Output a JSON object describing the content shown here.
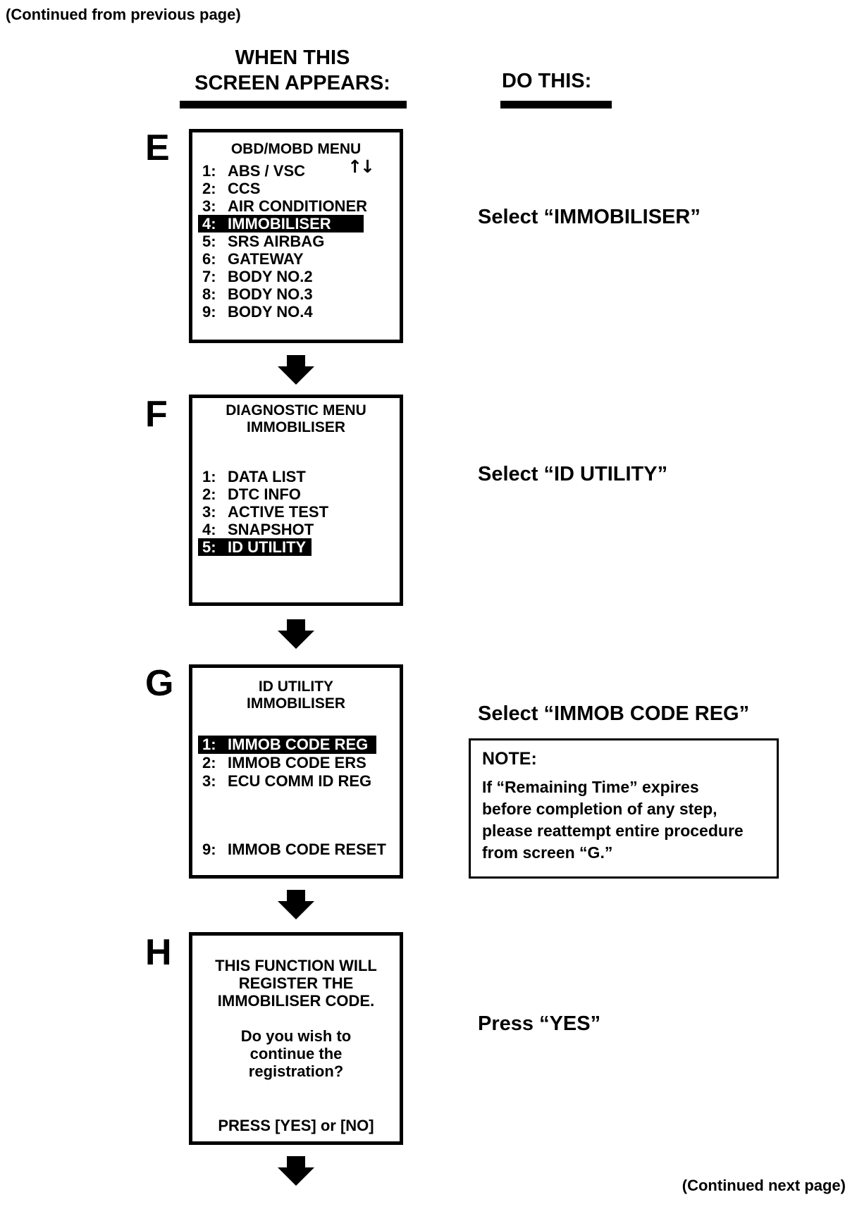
{
  "page": {
    "continued_from": "(Continued from previous page)",
    "continued_next": "(Continued next page)"
  },
  "colors": {
    "foreground": "#000000",
    "background": "#ffffff",
    "highlight_bg": "#000000",
    "highlight_text": "#ffffff"
  },
  "headers": {
    "left_line1": "WHEN THIS",
    "left_line2": "SCREEN APPEARS:",
    "right": "DO THIS:"
  },
  "screens": {
    "e": {
      "label": "E",
      "title": "OBD/MOBD MENU",
      "scroll_icon_glyph": "↑↓",
      "items": [
        {
          "num": "1:",
          "text": "ABS / VSC",
          "highlighted": false
        },
        {
          "num": "2:",
          "text": "CCS",
          "highlighted": false
        },
        {
          "num": "3:",
          "text": "AIR CONDITIONER",
          "highlighted": false
        },
        {
          "num": "4:",
          "text": "IMMOBILISER",
          "highlighted": true
        },
        {
          "num": "5:",
          "text": "SRS AIRBAG",
          "highlighted": false
        },
        {
          "num": "6:",
          "text": "GATEWAY",
          "highlighted": false
        },
        {
          "num": "7:",
          "text": "BODY NO.2",
          "highlighted": false
        },
        {
          "num": "8:",
          "text": "BODY NO.3",
          "highlighted": false
        },
        {
          "num": "9:",
          "text": "BODY NO.4",
          "highlighted": false
        }
      ],
      "instruction": "Select “IMMOBILISER”"
    },
    "f": {
      "label": "F",
      "title_line1": "DIAGNOSTIC MENU",
      "title_line2": "IMMOBILISER",
      "items": [
        {
          "num": "1:",
          "text": "DATA LIST",
          "highlighted": false
        },
        {
          "num": "2:",
          "text": "DTC INFO",
          "highlighted": false
        },
        {
          "num": "3:",
          "text": "ACTIVE TEST",
          "highlighted": false
        },
        {
          "num": "4:",
          "text": "SNAPSHOT",
          "highlighted": false
        },
        {
          "num": "5:",
          "text": "ID UTILITY",
          "highlighted": true
        }
      ],
      "instruction": "Select “ID UTILITY”"
    },
    "g": {
      "label": "G",
      "title_line1": "ID UTILITY",
      "title_line2": "IMMOBILISER",
      "items": [
        {
          "num": "1:",
          "text": "IMMOB CODE REG",
          "highlighted": true
        },
        {
          "num": "2:",
          "text": "IMMOB CODE ERS",
          "highlighted": false
        },
        {
          "num": "3:",
          "text": "ECU COMM ID REG",
          "highlighted": false
        }
      ],
      "item9": {
        "num": "9:",
        "text": "IMMOB CODE RESET"
      },
      "instruction": "Select “IMMOB CODE REG”",
      "note": {
        "title": "NOTE:",
        "body_lines": [
          "If “Remaining Time” expires",
          "before completion of any step,",
          "please reattempt entire procedure",
          "from screen “G.”"
        ]
      }
    },
    "h": {
      "label": "H",
      "body1_lines": [
        "THIS FUNCTION WILL",
        "REGISTER THE",
        "IMMOBILISER CODE."
      ],
      "body2_lines": [
        "Do you wish to",
        "continue the",
        "registration?"
      ],
      "footer": "PRESS [YES] or [NO]",
      "instruction": "Press “YES”"
    }
  }
}
